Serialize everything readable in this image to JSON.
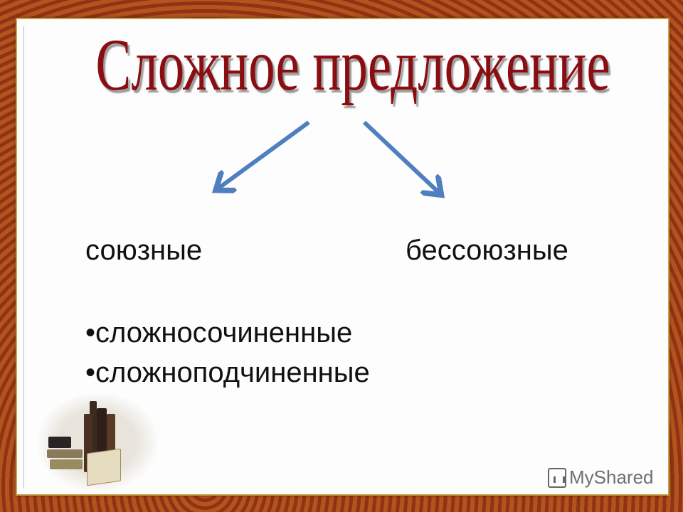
{
  "slide": {
    "title": "Сложное предложение",
    "left_heading": "союзные",
    "right_heading": "бессоюзные",
    "bullets": [
      "•сложносочиненные",
      "•сложноподчиненные"
    ],
    "arrow_color": "#4f7fbf",
    "title_color": "#8a0d12"
  },
  "watermark": {
    "label": "MyShared",
    "icon": "presentation-board-icon"
  }
}
